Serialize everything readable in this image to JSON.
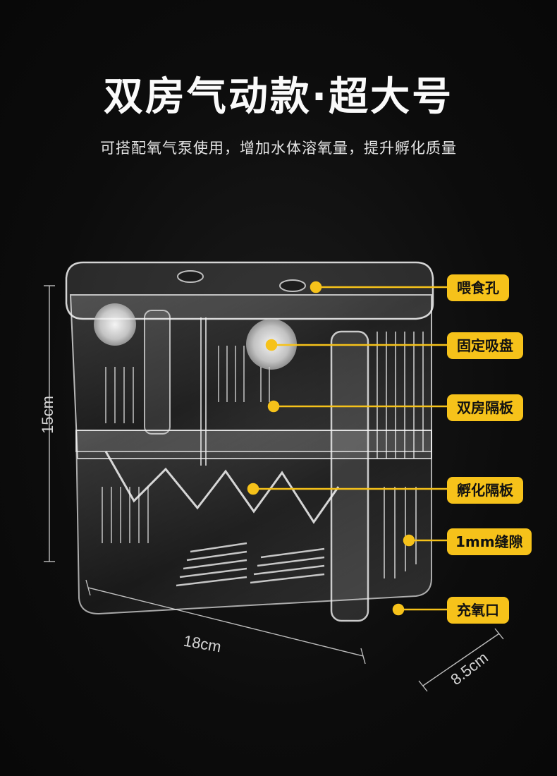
{
  "title": "双房气动款·超大号",
  "subtitle": "可搭配氧气泵使用，增加水体溶氧量，提升孵化质量",
  "dimensions": {
    "height": "15cm",
    "width": "18cm",
    "depth": "8.5cm"
  },
  "labels": [
    "喂食孔",
    "固定吸盘",
    "双房隔板",
    "孵化隔板",
    "1mm缝隙",
    "充氧口"
  ],
  "colors": {
    "accent": "#f6c21a",
    "background": "#0c0c0c"
  }
}
